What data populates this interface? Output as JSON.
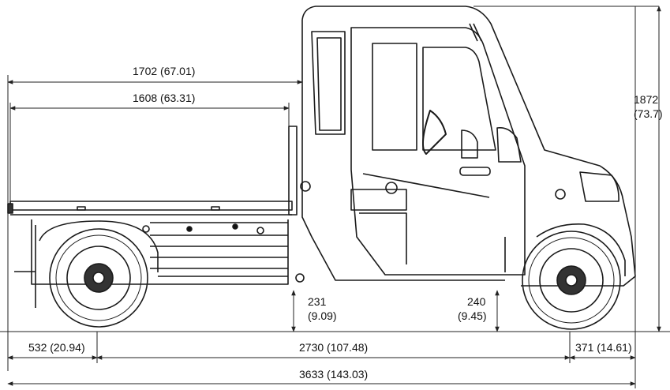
{
  "dimensions": {
    "bed_outer_length": "1702 (67.01)",
    "bed_inner_length": "1608 (63.31)",
    "overall_height": {
      "value": "1872",
      "inch": "(73.7)"
    },
    "clearance_front": {
      "value": "231",
      "inch": "(9.09)"
    },
    "clearance_rear": {
      "value": "240",
      "inch": "(9.45)"
    },
    "rear_overhang": "532 (20.94)",
    "wheelbase": "2730 (107.48)",
    "front_overhang": "371 (14.61)",
    "overall_length": "3633 (143.03)"
  }
}
